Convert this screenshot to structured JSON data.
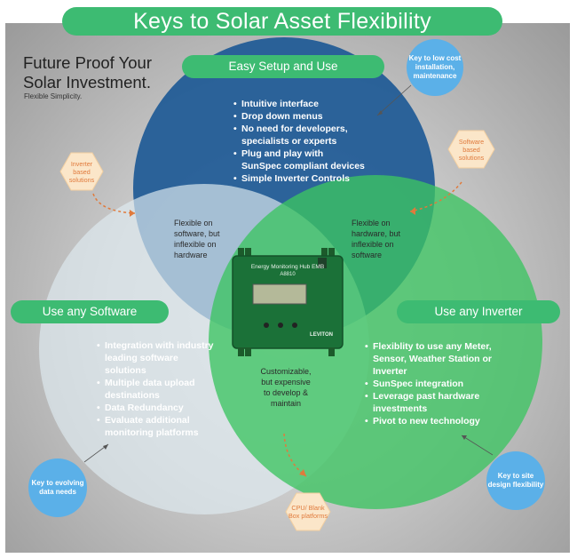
{
  "title": "Keys to Solar Asset Flexibility",
  "tagline": {
    "line1": "Future Proof Your",
    "line2": "Solar Investment.",
    "line3": "Flexible Simplicity."
  },
  "circles": {
    "top": {
      "label": "Easy Setup and Use",
      "bullets": [
        "Intuitive interface",
        "Drop down menus",
        "No need for developers, specialists or experts",
        "Plug and play with SunSpec compliant devices",
        "Simple Inverter Controls"
      ],
      "color": "#1f5a96"
    },
    "left": {
      "label": "Use any Software",
      "bullets": [
        "Integration with industry leading software solutions",
        "Multiple data upload destinations",
        "Data Redundancy",
        "Evaluate additional monitoring platforms"
      ],
      "color": "#dce9ef"
    },
    "right": {
      "label": "Use any Inverter",
      "bullets": [
        "Flexiblity to use any Meter, Sensor, Weather Station or Inverter",
        "SunSpec integration",
        "Leverage past hardware investments",
        "Pivot to new technology"
      ],
      "color": "#3cc462"
    }
  },
  "overlaps": {
    "top_left": "Flexible on software, but inflexible on hardware",
    "top_right": "Flexible on hardware, but inflexible on software",
    "bottom": "Customizable, but expensive to develop & maintain"
  },
  "callouts": {
    "blue": [
      "Key to low cost installation, maintenance",
      "Key to evolving data needs",
      "Key to site design flexibility"
    ],
    "hex": [
      "Inverter based solutions",
      "Software based solutions",
      "CPU/ Blank Box platforms"
    ]
  },
  "device": {
    "name": "Energy Monitoring Hub EMB",
    "model": "A8810",
    "brand": "LEVITON"
  },
  "colors": {
    "accent_green": "#3dbb72",
    "callout_blue": "#5bb0e8",
    "hex_orange": "#e07a3c"
  }
}
